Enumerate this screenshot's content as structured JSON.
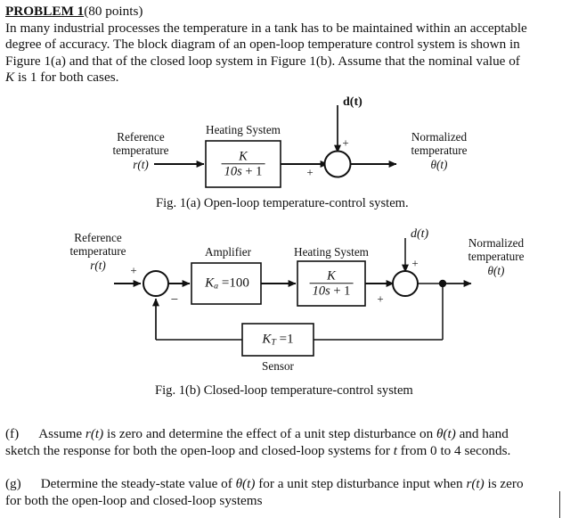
{
  "document": {
    "problem_title": "PROBLEM 1",
    "problem_points": "(80 points)",
    "intro_line1": "In many industrial processes the temperature in a tank has to be maintained within an acceptable",
    "intro_line2": "degree of accuracy.  The block diagram of an open-loop temperature control system is shown in",
    "intro_line3_a": "Figure 1(a) and that of the closed loop system in Figure 1(b).  Assume that the nominal value of",
    "intro_line4_k": "K",
    "intro_line4_rest": " is 1 for both cases."
  },
  "figure_a": {
    "caption": "Fig. 1(a) Open-loop temperature-control system.",
    "input_label_line1": "Reference",
    "input_label_line2": "temperature",
    "input_label_line3": "r(t)",
    "plant_title": "Heating System",
    "plant_numerator": "K",
    "plant_denominator_s": "10s",
    "plant_denominator_rest": " + 1",
    "disturbance_label": "d(t)",
    "sum_sign_top": "+",
    "sum_sign_left": "+",
    "output_label_line1": "Normalized",
    "output_label_line2": "temperature",
    "output_label_line3": "θ(t)"
  },
  "figure_b": {
    "caption": "Fig. 1(b) Closed-loop temperature-control system",
    "input_label_line1": "Reference",
    "input_label_line2": "temperature",
    "input_label_line3": "r(t)",
    "error_sum_sign_plus": "+",
    "error_sum_sign_minus": "−",
    "amplifier_title": "Amplifier",
    "amplifier_gain_k": "K",
    "amplifier_gain_sub": "a",
    "amplifier_gain_value": " =100",
    "plant_title": "Heating System",
    "plant_numerator": "K",
    "plant_denominator_s": "10s",
    "plant_denominator_rest": " + 1",
    "disturbance_label": "d(t)",
    "sum_sign_top": "+",
    "sum_sign_left": "+",
    "output_label_line1": "Normalized",
    "output_label_line2": "temperature",
    "output_label_line3": "θ(t)",
    "sensor_gain_k": "K",
    "sensor_gain_sub": "T",
    "sensor_gain_value": " =1",
    "sensor_title": "Sensor"
  },
  "questions": {
    "f_label": "(f)",
    "f_line1_a": "Assume ",
    "f_line1_rt": "r(t)",
    "f_line1_b": " is zero and determine the effect of a unit step disturbance on  ",
    "f_line1_theta": "θ(t)",
    "f_line1_c": " and hand",
    "f_line2_a": "sketch the response for both the open-loop and closed-loop systems for ",
    "f_line2_t": "t",
    "f_line2_b": " from 0 to 4 seconds.",
    "g_label": "(g)",
    "g_line1_a": "Determine the steady-state value of ",
    "g_line1_theta": "θ(t)",
    "g_line1_b": " for a unit step disturbance input when ",
    "g_line1_rt": "r(t)",
    "g_line1_c": " is zero",
    "g_line2": "for both the open-loop and closed-loop systems"
  },
  "colors": {
    "ink": "#111111",
    "paper": "#ffffff"
  }
}
